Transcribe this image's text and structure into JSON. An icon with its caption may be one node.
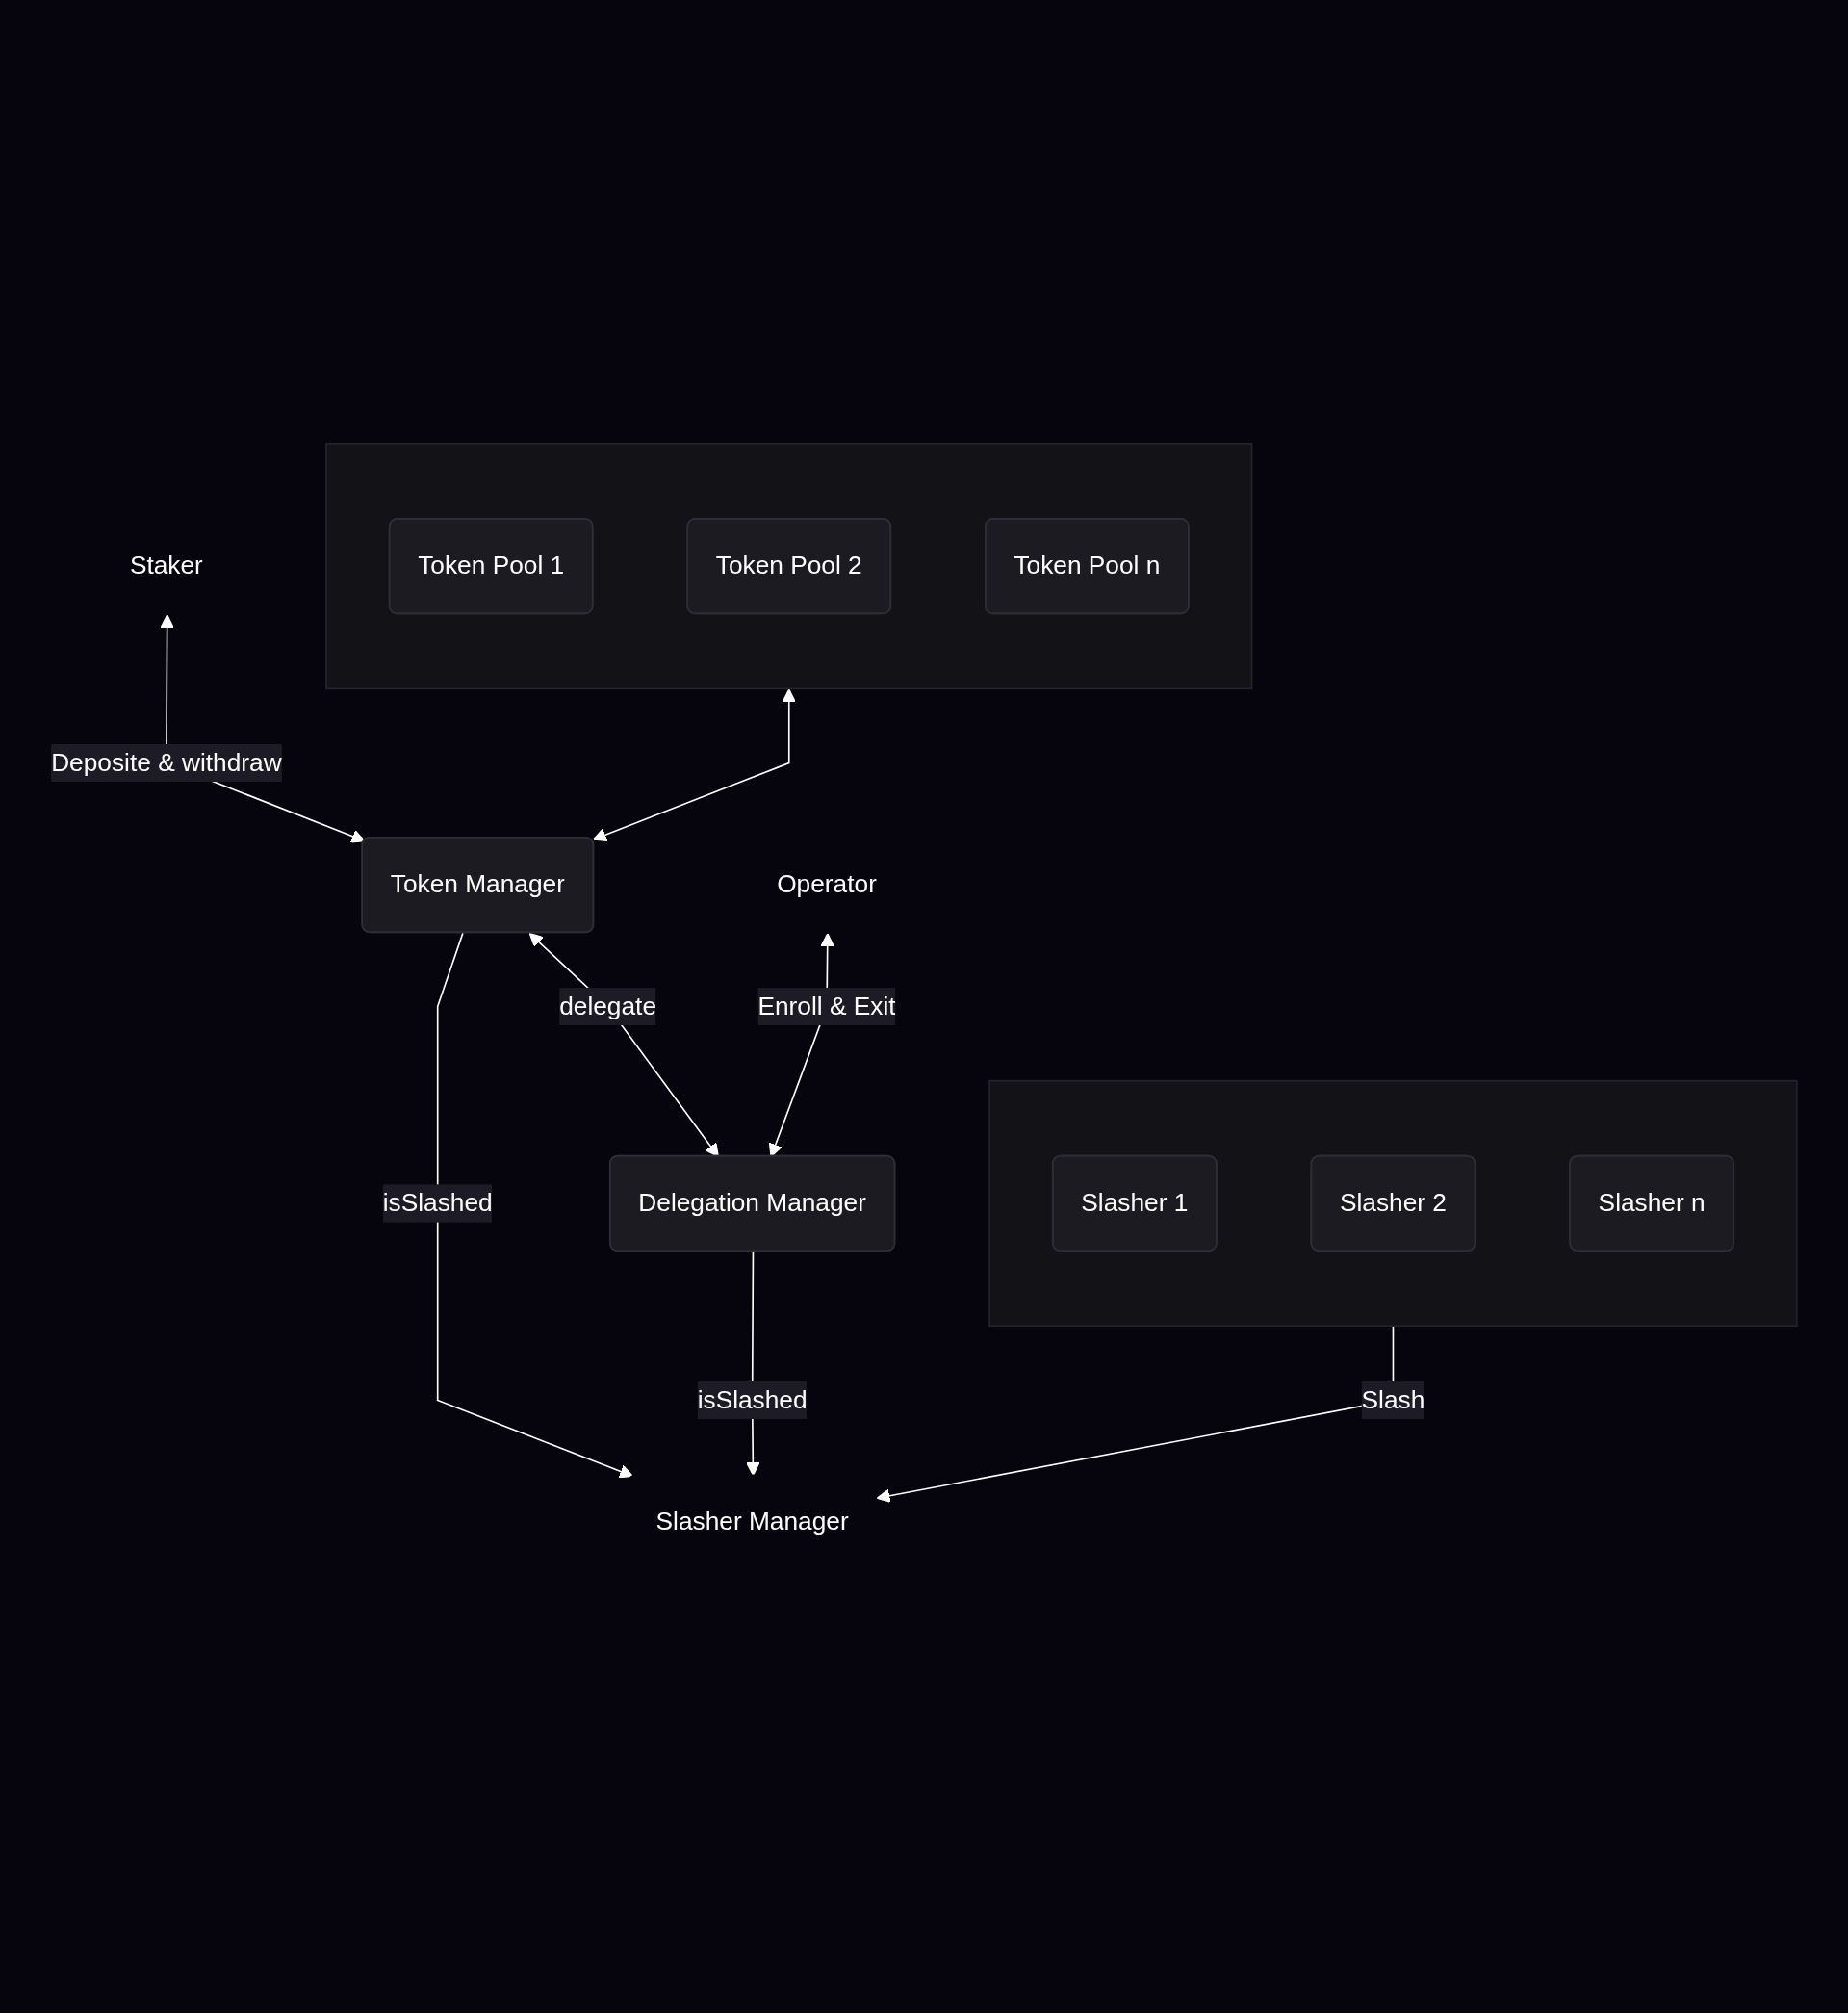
{
  "diagram": {
    "nodes": [
      {
        "text": [],
        "shape": "box"
      },
      {
        "text": [
          "Token Pool 1"
        ],
        "in": 0
      },
      {
        "text": [
          "Token Pool 2"
        ],
        "in": 0
      },
      {
        "text": [
          "Token Pool n"
        ],
        "in": 0
      },
      {
        "text": [
          "Staker"
        ]
      },
      {
        "text": [
          "Token Manager"
        ]
      },
      {
        "text": [
          "Slasher Manager"
        ]
      },
      {
        "text": [
          "Operator"
        ]
      },
      {
        "text": [
          "Delegation Manager"
        ]
      },
      {
        "text": [],
        "shape": "box"
      },
      {
        "text": [
          "Slasher 1"
        ],
        "in": 9
      },
      {
        "text": [
          "Slasher 2"
        ],
        "in": 9
      },
      {
        "text": [
          "Slasher n"
        ],
        "in": 9
      }
    ],
    "edges": [
      {
        "from": 0,
        "to": 5,
        "arrow": "both"
      },
      {
        "from": 4,
        "to": 5,
        "arrow": "both",
        "label": "Deposite & withdraw"
      },
      {
        "from": 5,
        "to": 8,
        "arrow": "both",
        "label": "delegate"
      },
      {
        "from": 7,
        "to": 8,
        "arrow": "both",
        "label": "Enroll & Exit"
      },
      {
        "from": 5,
        "to": 6,
        "arrow": "to",
        "label": "isSlashed"
      },
      {
        "from": 8,
        "to": 6,
        "arrow": "to",
        "label": "isSlashed"
      },
      {
        "from": 9,
        "to": 6,
        "arrow": "to",
        "label": "Slash"
      }
    ]
  }
}
